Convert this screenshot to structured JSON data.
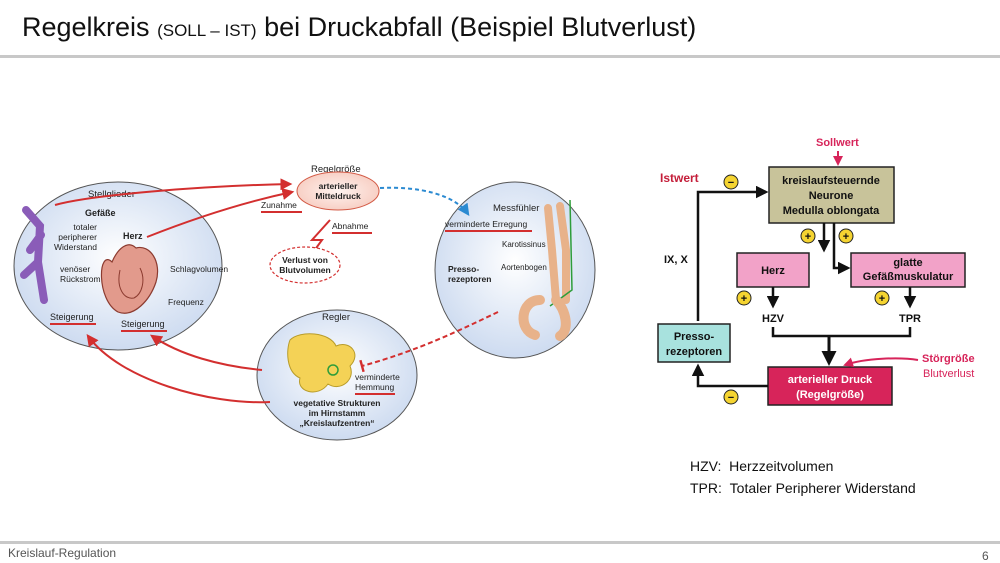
{
  "slide": {
    "title_a": "Regelkreis ",
    "title_b": "(SOLL – IST)",
    "title_c": " bei Druckabfall (Beispiel Blutverlust)",
    "footer": "Kreislauf-Regulation",
    "page": "6"
  },
  "left": {
    "stellglieder": "Stellglieder",
    "gefaesse": "Gefäße",
    "tpr": [
      "totaler",
      "peripherer",
      "Widerstand"
    ],
    "herz": "Herz",
    "schlagvolumen": "Schlagvolumen",
    "venoes": [
      "venöser",
      "Rückstrom"
    ],
    "frequenz": "Frequenz",
    "steigerung1": "Steigerung",
    "steigerung2": "Steigerung",
    "regelgroesse": "Regelgröße",
    "mitteldruck": [
      "arterieller",
      "Mitteldruck"
    ],
    "zunahme": "Zunahme",
    "abnahme": "Abnahme",
    "verlust": [
      "Verlust von",
      "Blutvolumen"
    ],
    "messfuehler": "Messfühler",
    "erregung": "verminderte Erregung",
    "karotissinus": "Karotissinus",
    "aortenbogen": "Aortenbogen",
    "presso": [
      "Presso-",
      "rezeptoren"
    ],
    "regler": "Regler",
    "hemmung": [
      "verminderte",
      "Hemmung"
    ],
    "strukturen": [
      "vegetative Strukturen",
      "im Hirnstamm",
      "„Kreislaufzentren“"
    ]
  },
  "right": {
    "sollwert": "Sollwert",
    "istwert": "Istwert",
    "medulla": [
      "kreislaufsteuernde",
      "Neurone",
      "Medulla oblongata"
    ],
    "ixx": "IX, X",
    "herz": "Herz",
    "gefaess": [
      "glatte",
      "Gefäßmuskulatur"
    ],
    "hzv": "HZV",
    "tpr": "TPR",
    "presso": [
      "Presso-",
      "rezeptoren"
    ],
    "druck": [
      "arterieller Druck",
      "(Regelgröße)"
    ],
    "stoer": [
      "Störgröße",
      "Blutverlust"
    ],
    "plus": "+",
    "minus": "−"
  },
  "legend": [
    {
      "abbr": "HZV:",
      "text": "Herzzeitvolumen"
    },
    {
      "abbr": "TPR:",
      "text": "Totaler Peripherer Widerstand"
    }
  ],
  "colors": {
    "red": "#d32f2f",
    "blue_dashed": "#2b8ad1",
    "pink_box": "#f2a2c8",
    "tan_box": "#c8c39a",
    "cyan_box": "#a8e2de",
    "crimson_box": "#d7245a",
    "yellow_badge": "#f5d431",
    "stoer_text": "#d7245a",
    "istwert_text": "#c41e3a"
  }
}
